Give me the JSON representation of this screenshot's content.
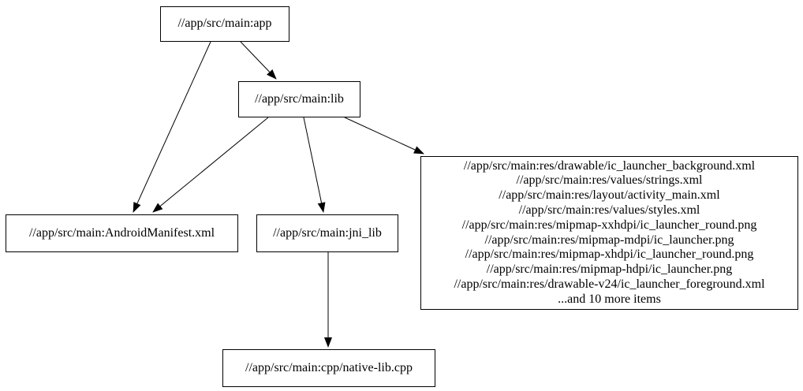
{
  "graph": {
    "nodes": {
      "app": {
        "label": "//app/src/main:app"
      },
      "lib": {
        "label": "//app/src/main:lib"
      },
      "android_manifest": {
        "label": "//app/src/main:AndroidManifest.xml"
      },
      "jni_lib": {
        "label": "//app/src/main:jni_lib"
      },
      "res_group": {
        "lines": [
          "//app/src/main:res/drawable/ic_launcher_background.xml",
          "//app/src/main:res/values/strings.xml",
          "//app/src/main:res/layout/activity_main.xml",
          "//app/src/main:res/values/styles.xml",
          "//app/src/main:res/mipmap-xxhdpi/ic_launcher_round.png",
          "//app/src/main:res/mipmap-mdpi/ic_launcher.png",
          "//app/src/main:res/mipmap-xhdpi/ic_launcher_round.png",
          "//app/src/main:res/mipmap-hdpi/ic_launcher.png",
          "//app/src/main:res/drawable-v24/ic_launcher_foreground.xml",
          "...and 10 more items"
        ]
      },
      "native_lib": {
        "label": "//app/src/main:cpp/native-lib.cpp"
      }
    },
    "edges": [
      {
        "from": "app",
        "to": "lib"
      },
      {
        "from": "app",
        "to": "android_manifest"
      },
      {
        "from": "lib",
        "to": "android_manifest"
      },
      {
        "from": "lib",
        "to": "jni_lib"
      },
      {
        "from": "lib",
        "to": "res_group"
      },
      {
        "from": "jni_lib",
        "to": "native_lib"
      }
    ],
    "colors": {
      "background": "#ffffff",
      "node_border": "#000000",
      "node_fill": "#ffffff",
      "edge": "#000000",
      "text": "#000000"
    }
  }
}
